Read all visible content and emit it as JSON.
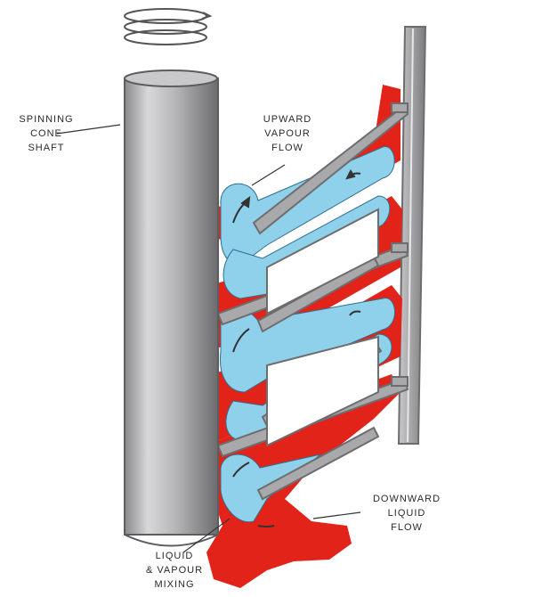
{
  "labels": {
    "shaft": [
      "SPINNING",
      "CONE",
      "SHAFT"
    ],
    "upward": [
      "UPWARD",
      "VAPOUR",
      "FLOW"
    ],
    "downward": [
      "DOWNWARD",
      "LIQUID",
      "FLOW"
    ],
    "mixing": [
      "LIQUID",
      "& VAPOUR",
      "MIXING"
    ]
  },
  "colors": {
    "liquid": "#e2231a",
    "vapour": "#8fd0ea",
    "metal": "#a9a9ab",
    "metal_edge": "#6d6d70",
    "shaft_light": "#d8d8da",
    "shaft_dark": "#6c6c6e",
    "text": "#2a2a2a"
  },
  "icons": {
    "rotation": "rotation-spiral-icon"
  }
}
